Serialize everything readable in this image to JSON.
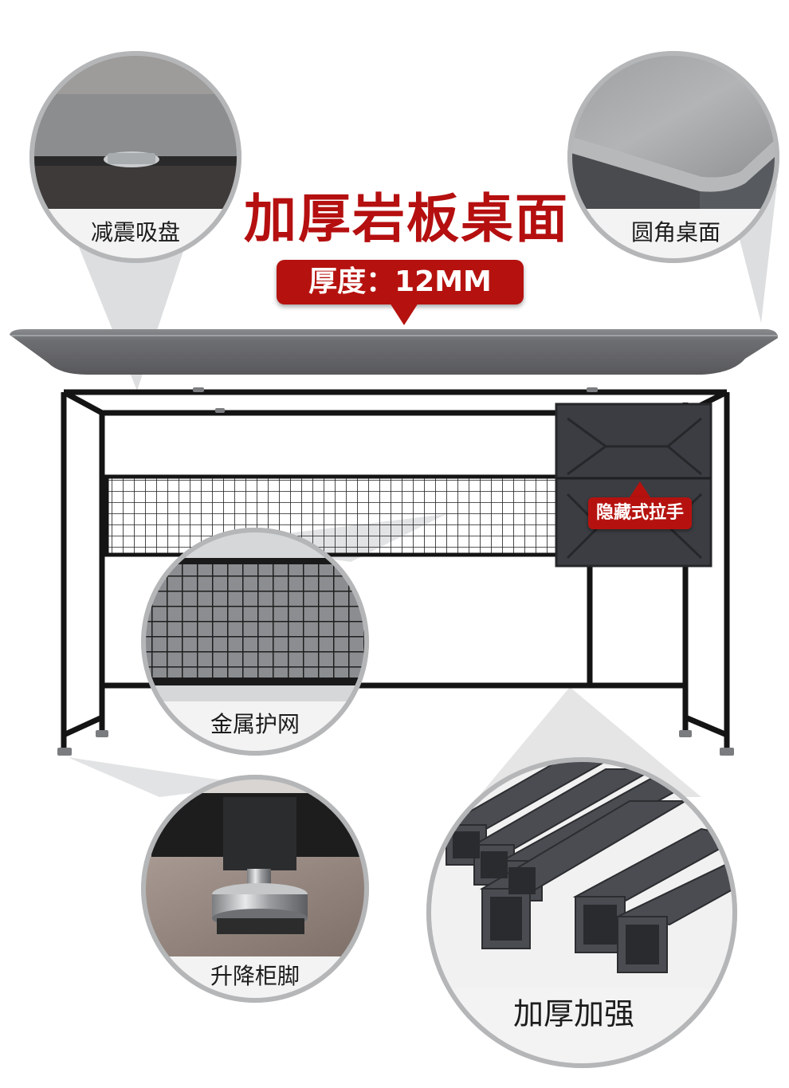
{
  "headline": "加厚岩板桌面",
  "thickness_label": "厚度：12MM",
  "callouts": {
    "suction_pad": "减震吸盘",
    "rounded_top": "圆角桌面",
    "metal_mesh": "金属护网",
    "leveling_foot": "升降柜脚",
    "thick_tube": "加厚加强"
  },
  "drawer_badge": "隐藏式拉手",
  "colors": {
    "accent_red": "#b5120f",
    "frame_black": "#141414",
    "cabinet_gray": "#3b3d42",
    "tabletop_gray": "#6a6b6e"
  }
}
